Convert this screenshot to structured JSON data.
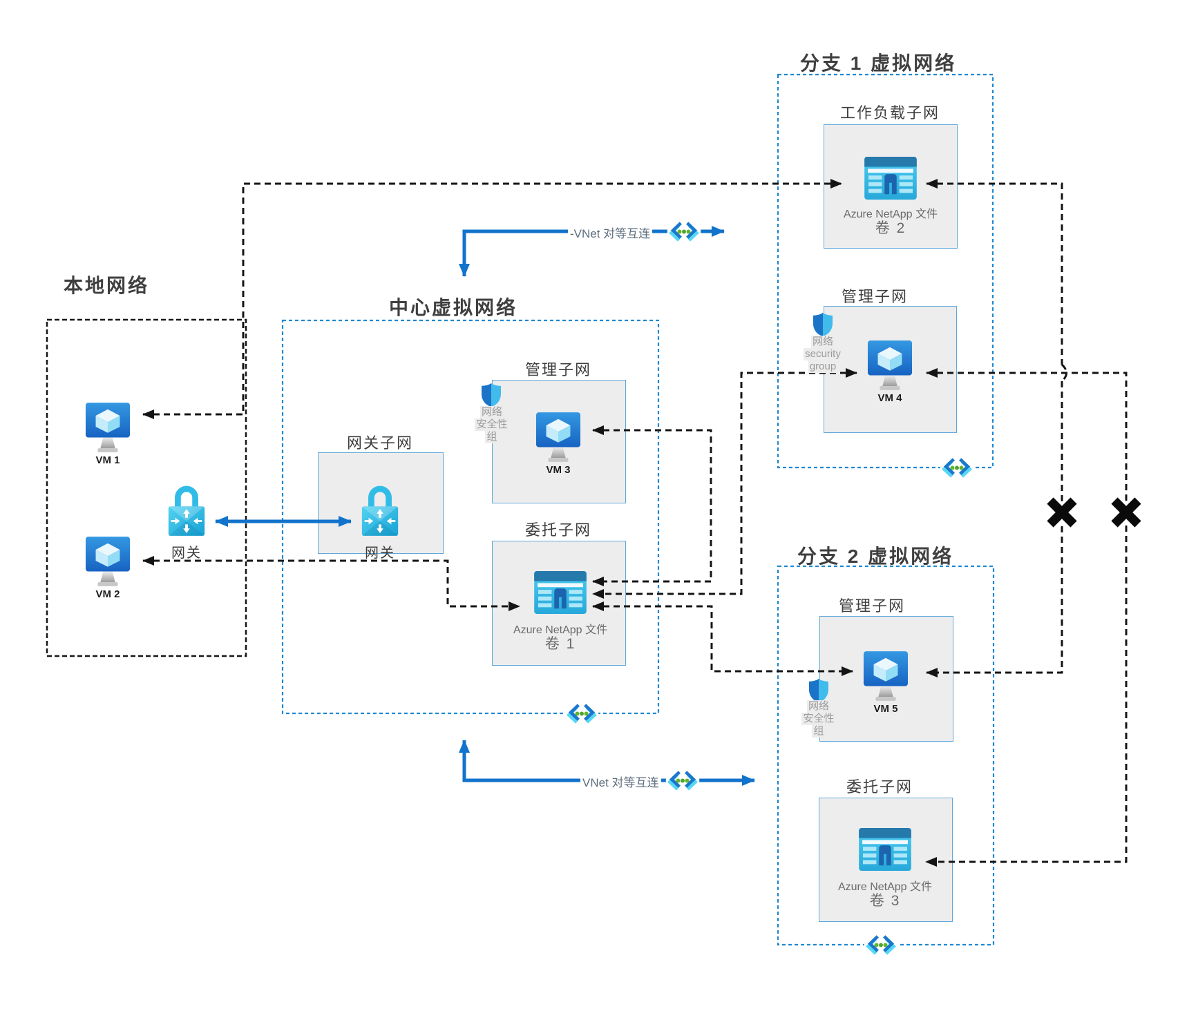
{
  "diagram": {
    "networks": {
      "local": {
        "title": "本地网络",
        "vm1": "VM 1",
        "vm2": "VM 2",
        "gateway": "网关"
      },
      "hub": {
        "title": "中心虚拟网络",
        "gateway_subnet": "网关子网",
        "gateway": "网关",
        "mgmt_subnet": "管理子网",
        "vm3": "VM 3",
        "nsg": [
          "网络",
          "安全性",
          "组"
        ],
        "delegated_subnet": "委托子网",
        "anf": "Azure NetApp 文件",
        "volume1": "卷 1"
      },
      "branch1": {
        "title": "分支 1 虚拟网络",
        "workload_subnet": "工作负载子网",
        "anf": "Azure NetApp 文件",
        "volume2": "卷 2",
        "mgmt_subnet": "管理子网",
        "vm4": "VM 4",
        "nsg": [
          "网络",
          "security",
          "group"
        ]
      },
      "branch2": {
        "title": "分支 2 虚拟网络",
        "mgmt_subnet": "管理子网",
        "vm5": "VM 5",
        "nsg": [
          "网络",
          "安全性",
          "组"
        ],
        "delegated_subnet": "委托子网",
        "anf": "Azure NetApp 文件",
        "volume3": "卷 3"
      }
    },
    "peering": {
      "top": "-VNet 对等互连",
      "bottom": "VNet 对等互连"
    },
    "icons": {
      "vm_icon": "azure-virtual-machine",
      "gateway_icon": "vpn-gateway-lock",
      "anf_volume_icon": "azure-netapp-files-volume",
      "nsg_shield_icon": "network-security-group-shield",
      "vnet_peering_icon": "vnet-peering-chevrons",
      "blocked_icon": "✖"
    },
    "colors": {
      "azure_blue": "#1173cb",
      "dashed_border_blue": "#1e88d2",
      "connector_black": "#141414",
      "subnet_fill": "#ededed",
      "subnet_border": "#5fa8dc",
      "peering_dot_green": "#5cb832",
      "chevron_cyan": "#55d8f6"
    }
  }
}
